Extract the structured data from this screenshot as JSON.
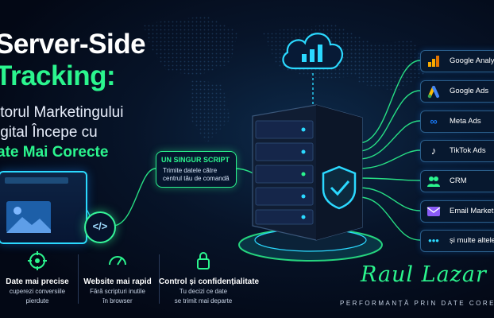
{
  "title": {
    "line1": "Server-Side",
    "line2": "Tracking:"
  },
  "subtitle": {
    "line1": "itorul Marketingului",
    "line2": "igital Începe cu",
    "line3": "ate Mai Corecte"
  },
  "script_box": {
    "heading": "UN SINGUR SCRIPT",
    "text": "Trimite datele către centrul tău de comandă"
  },
  "code_icon": "</>",
  "destinations": [
    {
      "label": "Google Analyt",
      "icon": "bar-chart-icon",
      "color": "#f9ab00"
    },
    {
      "label": "Google Ads",
      "icon": "google-ads-icon",
      "color": "#4285f4"
    },
    {
      "label": "Meta Ads",
      "icon": "meta-icon",
      "color": "#1877f2"
    },
    {
      "label": "TikTok Ads",
      "icon": "tiktok-icon",
      "color": "#ffffff"
    },
    {
      "label": "CRM",
      "icon": "users-icon",
      "color": "#2bf58e"
    },
    {
      "label": "Email Marketin",
      "icon": "mail-icon",
      "color": "#8b5cf6"
    },
    {
      "label": "și multe altele",
      "icon": "dots-icon",
      "color": "#2bd9ff"
    }
  ],
  "features": [
    {
      "title": "Date mai precise",
      "sub1": "cuperezi conversiile",
      "sub2": "pierdute",
      "icon": "target-icon"
    },
    {
      "title": "Website mai rapid",
      "sub1": "Fără scripturi inutile",
      "sub2": "în browser",
      "icon": "speedometer-icon"
    },
    {
      "title": "Control și confidențialitate",
      "sub1": "Tu decizi ce date",
      "sub2": "se trimit mai departe",
      "icon": "lock-icon"
    }
  ],
  "signature": "Raul Lazar",
  "tagline": "PERFORMANȚĂ PRIN DATE CORECTE",
  "colors": {
    "accent_green": "#2bf58e",
    "accent_cyan": "#2bd9ff",
    "background": "#050a1a"
  }
}
